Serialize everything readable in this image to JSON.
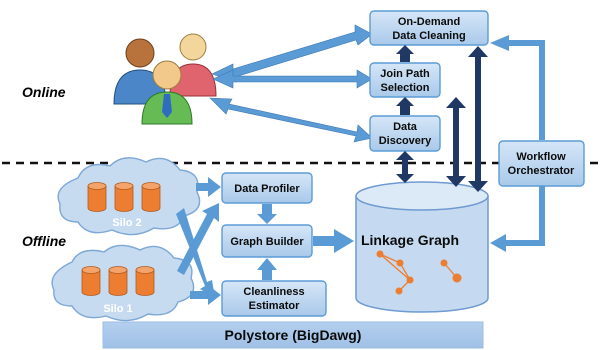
{
  "sections": {
    "online": "Online",
    "offline": "Offline"
  },
  "components": {
    "cleaning_line1": "On-Demand",
    "cleaning_line2": "Data Cleaning",
    "join_line1": "Join Path",
    "join_line2": "Selection",
    "discovery_line1": "Data",
    "discovery_line2": "Discovery",
    "orchestrator_line1": "Workflow",
    "orchestrator_line2": "Orchestrator",
    "profiler": "Data Profiler",
    "graph_builder": "Graph Builder",
    "cleanliness_line1": "Cleanliness",
    "cleanliness_line2": "Estimator",
    "linkage_graph": "Linkage Graph",
    "polystore": "Polystore (BigDawg)"
  },
  "silos": {
    "silo2": "Silo 2",
    "silo1": "Silo 1"
  },
  "colors": {
    "box_fill": "#bdd7ee",
    "box_stroke": "#5b9bd5",
    "arrow_fill": "#5b9bd5",
    "dark_arrow": "#1f3864",
    "cylinder_fill": "#c5daf0",
    "silo_cylinder": "#ed7d31",
    "graph_node": "#ed7d31"
  }
}
